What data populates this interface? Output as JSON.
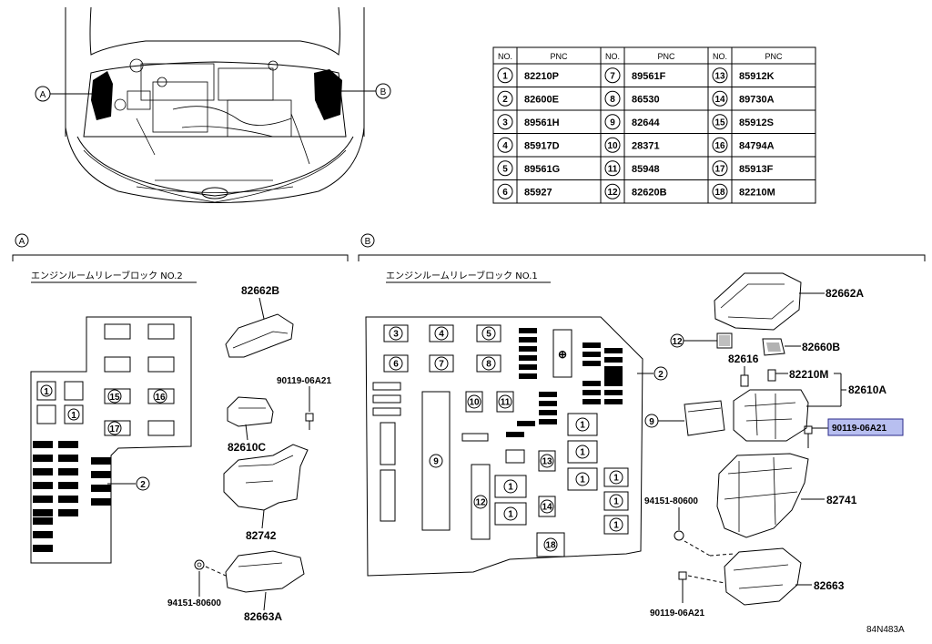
{
  "callouts": {
    "a": "A",
    "b": "B"
  },
  "table": {
    "headers": [
      "NO.",
      "PNC",
      "NO.",
      "PNC",
      "NO.",
      "PNC"
    ],
    "rows": [
      [
        {
          "no": "1",
          "pnc": "82210P"
        },
        {
          "no": "7",
          "pnc": "89561F"
        },
        {
          "no": "13",
          "pnc": "85912K"
        }
      ],
      [
        {
          "no": "2",
          "pnc": "82600E"
        },
        {
          "no": "8",
          "pnc": "86530"
        },
        {
          "no": "14",
          "pnc": "89730A"
        }
      ],
      [
        {
          "no": "3",
          "pnc": "89561H"
        },
        {
          "no": "9",
          "pnc": "82644"
        },
        {
          "no": "15",
          "pnc": "85912S"
        }
      ],
      [
        {
          "no": "4",
          "pnc": "85917D"
        },
        {
          "no": "10",
          "pnc": "28371"
        },
        {
          "no": "16",
          "pnc": "84794A"
        }
      ],
      [
        {
          "no": "5",
          "pnc": "89561G"
        },
        {
          "no": "11",
          "pnc": "85948"
        },
        {
          "no": "17",
          "pnc": "85913F"
        }
      ],
      [
        {
          "no": "6",
          "pnc": "85927"
        },
        {
          "no": "12",
          "pnc": "82620B"
        },
        {
          "no": "18",
          "pnc": "82210M"
        }
      ]
    ]
  },
  "section_a": {
    "title": "エンジンルームリレーブロック NO.2",
    "block_numbers": [
      "1",
      "1",
      "15",
      "16",
      "17",
      "2"
    ],
    "parts": {
      "cover": "82662B",
      "bolt": "90119-06A21",
      "clamp": "82610C",
      "bracket": "82742",
      "nut": "94151-80600",
      "lower": "82663A"
    }
  },
  "section_b": {
    "title": "エンジンルームリレーブロック NO.1",
    "block_numbers": [
      "3",
      "4",
      "5",
      "6",
      "7",
      "8",
      "10",
      "11",
      "9",
      "12",
      "13",
      "14",
      "18",
      "1",
      "1",
      "1",
      "1",
      "1",
      "1",
      "1",
      "1",
      "2"
    ],
    "plus_symbol": "⊕",
    "parts": {
      "cover": "82662A",
      "relay": "82616",
      "relay_num": "12",
      "small": "82660B",
      "fuse": "82210M",
      "block": "82610A",
      "ecu_num": "9",
      "bolt_hl": "90119-06A21",
      "nut": "94151-80600",
      "housing": "82741",
      "lower": "82663",
      "bolt2": "90119-06A21"
    }
  },
  "diagram_code": "84N483A",
  "colors": {
    "highlight_fill": "#b8bff0",
    "highlight_stroke": "#2a2a8a"
  }
}
